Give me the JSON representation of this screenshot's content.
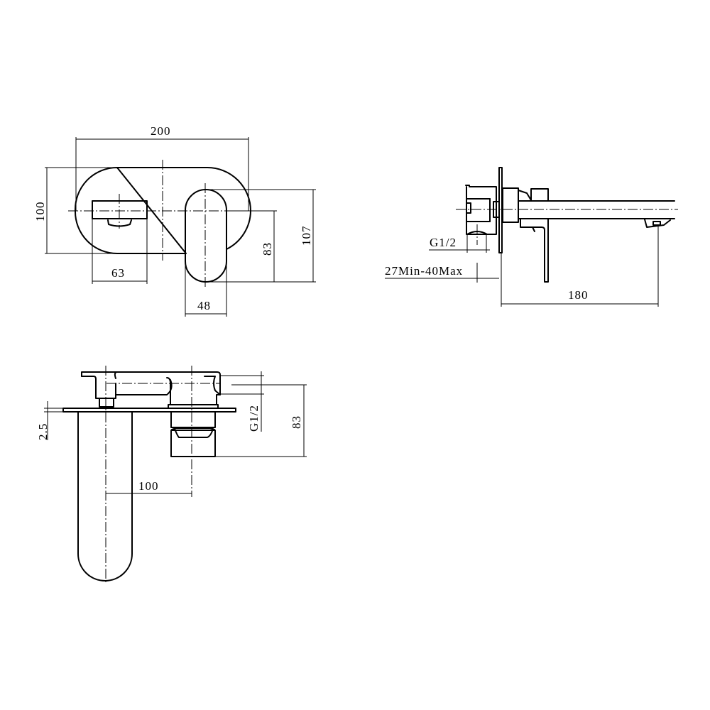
{
  "drawing": {
    "subject": "Wall-mounted basin mixer with spout",
    "line_color": "#000000",
    "background": "#ffffff"
  },
  "front_view": {
    "dim_overall_width": "200",
    "dim_plate_height": "100",
    "dim_spout_width": "63",
    "dim_lever_width": "48",
    "dim_lever_center_to_bottom": "83",
    "dim_lever_height": "107"
  },
  "side_view": {
    "dim_thread": "G1/2",
    "dim_wall_depth": "27Min-40Max",
    "dim_spout_projection": "180"
  },
  "top_view": {
    "dim_plate_thickness": "2.5",
    "dim_thread": "G1/2",
    "dim_body_depth": "83",
    "dim_center_distance": "100"
  }
}
